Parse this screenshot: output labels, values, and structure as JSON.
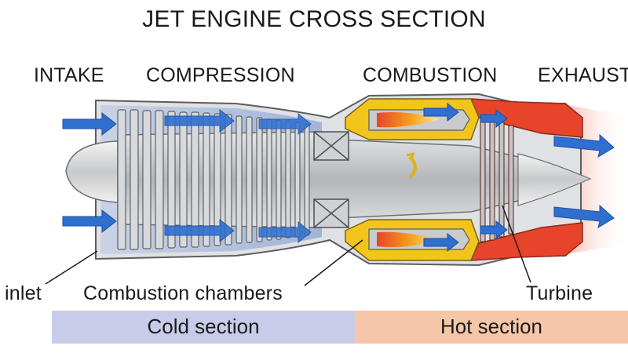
{
  "title": "JET ENGINE CROSS SECTION",
  "stages": {
    "intake": "INTAKE",
    "compression": "COMPRESSION",
    "combustion": "COMBUSTION",
    "exhaust": "EXHAUST"
  },
  "callouts": {
    "inlet": "inlet",
    "combustion_chambers": "Combustion chambers",
    "turbine": "Turbine"
  },
  "sections": {
    "cold": "Cold section",
    "hot": "Hot section"
  },
  "colors": {
    "cold_section": "#c9cce8",
    "hot_section": "#f6c6a8",
    "airflow": "#2f6fd0",
    "hot_casing": "#e8442a",
    "flame": "#f7a21b",
    "casing_yellow": "#f2c51d",
    "metal": "#b9bcc0"
  }
}
